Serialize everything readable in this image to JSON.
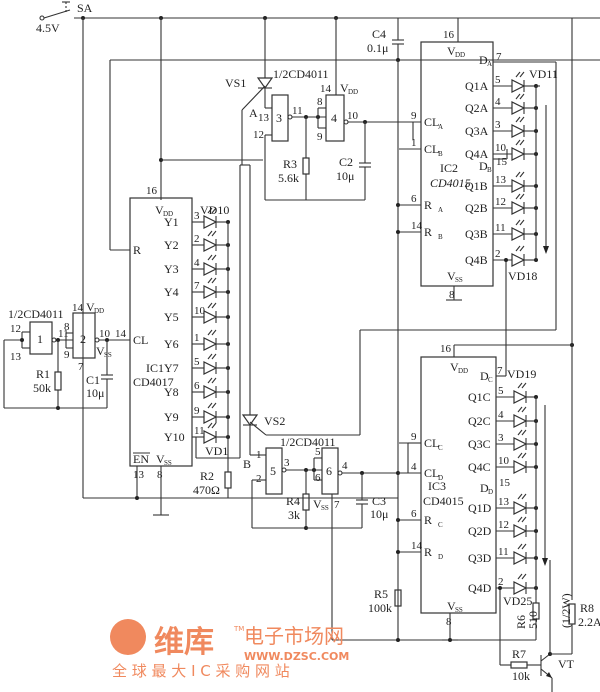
{
  "power": {
    "switch_label": "SA",
    "supply_label": "4.5V"
  },
  "gates": {
    "g12_label": "1/2CD4011",
    "g34_label": "1/2CD4011",
    "g56_label": "1/2CD4011",
    "gate_numbers": [
      "1",
      "2",
      "3",
      "4",
      "5",
      "6"
    ],
    "pins": {
      "g1_in": [
        "12",
        "13"
      ],
      "g1_out": "11",
      "g2_in": [
        "8",
        "9"
      ],
      "g2_out": "10",
      "g2_vdd": "14",
      "g2_vss": "7",
      "g3_in": [
        "13",
        "12"
      ],
      "g3_out": "11",
      "g4_in": [
        "8",
        "9"
      ],
      "g4_out": "10",
      "g4_vdd": "14",
      "g5_in": [
        "1",
        "2"
      ],
      "g5_out": "3",
      "g6_in": [
        "5",
        "6"
      ],
      "g6_out": "4",
      "g6_vss": "7"
    }
  },
  "ic1": {
    "name": "IC1",
    "part": "CD4017",
    "vdd": "V",
    "vdd_sub": "DD",
    "vdd_pin": "16",
    "vss": "V",
    "vss_sub": "SS",
    "vss_pin": "8",
    "en": "EN",
    "en_pin": "13",
    "reset": "R",
    "clock": "CL",
    "clock_pin": "14",
    "outputs": [
      {
        "name": "Y1",
        "pin": "3"
      },
      {
        "name": "Y2",
        "pin": "2"
      },
      {
        "name": "Y3",
        "pin": "4"
      },
      {
        "name": "Y4",
        "pin": "7"
      },
      {
        "name": "Y5",
        "pin": "10"
      },
      {
        "name": "Y6",
        "pin": "1"
      },
      {
        "name": "Y7",
        "pin": "5"
      },
      {
        "name": "Y8",
        "pin": "6"
      },
      {
        "name": "Y9",
        "pin": "9"
      },
      {
        "name": "Y10",
        "pin": "11"
      }
    ],
    "led_top": "VD10",
    "led_bottom": "VD1"
  },
  "ic2": {
    "name": "IC2",
    "part": "CD4015",
    "vdd_pin": "16",
    "vss_pin": "8",
    "inputs": [
      {
        "name": "CL",
        "sub": "A",
        "pin": "9"
      },
      {
        "name": "CL",
        "sub": "B",
        "pin": "1"
      },
      {
        "name": "R",
        "sub": "A",
        "pin": "6"
      },
      {
        "name": "R",
        "sub": "B",
        "pin": "14"
      }
    ],
    "d_a": {
      "name": "D",
      "sub": "A",
      "pin": "7"
    },
    "d_b": {
      "name": "D",
      "sub": "B",
      "pin": "15"
    },
    "outputs": [
      {
        "name": "Q1A",
        "pin": "5"
      },
      {
        "name": "Q2A",
        "pin": "4"
      },
      {
        "name": "Q3A",
        "pin": "3"
      },
      {
        "name": "Q4A",
        "pin": "10"
      },
      {
        "name": "Q1B",
        "pin": "13"
      },
      {
        "name": "Q2B",
        "pin": "12"
      },
      {
        "name": "Q3B",
        "pin": "11"
      },
      {
        "name": "Q4B",
        "pin": "2"
      }
    ],
    "led_top": "VD11",
    "led_bottom": "VD18"
  },
  "ic3": {
    "name": "IC3",
    "part": "CD4015",
    "vdd_pin": "16",
    "vss_pin": "8",
    "inputs": [
      {
        "name": "CL",
        "sub": "C",
        "pin": "9"
      },
      {
        "name": "CL",
        "sub": "D",
        "pin": "4"
      },
      {
        "name": "R",
        "sub": "C",
        "pin": "6"
      },
      {
        "name": "R",
        "sub": "D",
        "pin": "14"
      }
    ],
    "d_c": {
      "name": "D",
      "sub": "C",
      "pin": "7"
    },
    "d_d": {
      "name": "D",
      "sub": "D",
      "pin": "15"
    },
    "outputs": [
      {
        "name": "Q1C",
        "pin": "5"
      },
      {
        "name": "Q2C",
        "pin": "4"
      },
      {
        "name": "Q3C",
        "pin": "3"
      },
      {
        "name": "Q4C",
        "pin": "10"
      },
      {
        "name": "Q1D",
        "pin": "13"
      },
      {
        "name": "Q2D",
        "pin": "12"
      },
      {
        "name": "Q3D",
        "pin": "11"
      },
      {
        "name": "Q4D",
        "pin": "2"
      }
    ],
    "led_top": "VD19",
    "led_bottom": "VD25"
  },
  "components": {
    "r1": {
      "name": "R1",
      "value": "50k"
    },
    "c1": {
      "name": "C1",
      "value": "10μ"
    },
    "r2": {
      "name": "R2",
      "value": "470Ω"
    },
    "r3": {
      "name": "R3",
      "value": "5.6k"
    },
    "c2": {
      "name": "C2",
      "value": "10μ"
    },
    "c4": {
      "name": "C4",
      "value": "0.1μ"
    },
    "r4": {
      "name": "R4",
      "value": "3k"
    },
    "c3": {
      "name": "C3",
      "value": "10μ"
    },
    "r5": {
      "name": "R5",
      "value": "100k"
    },
    "r6": {
      "name": "R6",
      "value": "510",
      "rating": "(1/2W)"
    },
    "r7": {
      "name": "R7",
      "value": "10k"
    },
    "r8": {
      "name": "R8",
      "value": "2.2A"
    },
    "vt": {
      "name": "VT"
    },
    "vs1": {
      "name": "VS1",
      "node": "A"
    },
    "vs2": {
      "name": "VS2",
      "node": "B"
    }
  },
  "watermark": {
    "brand": "维库",
    "tagline": "电子市场网",
    "url": "WWW.DZSC.COM",
    "slogan": "全 球 最 大 I C 采 购 网 站",
    "tm": "TM"
  }
}
